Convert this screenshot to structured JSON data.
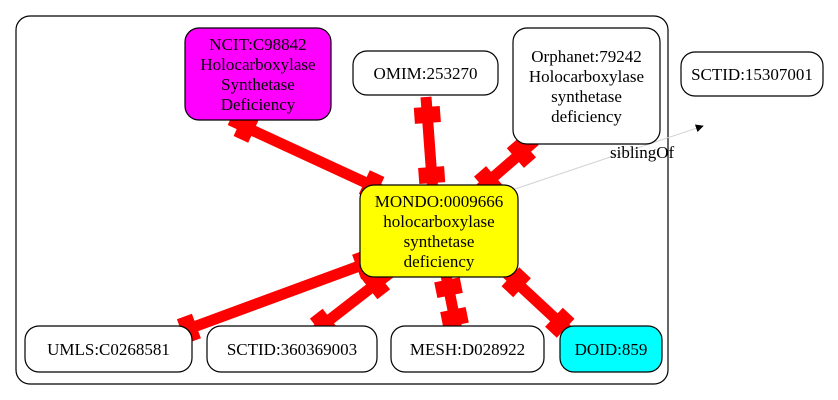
{
  "diagram": {
    "center": {
      "id": "mondo",
      "lines": [
        "MONDO:0009666",
        "holocarboxylase",
        "synthetase",
        "deficiency"
      ],
      "fill": "#ffff00"
    },
    "nodes": [
      {
        "id": "ncit",
        "lines": [
          "NCIT:C98842",
          "Holocarboxylase",
          "Synthetase",
          "Deficiency"
        ],
        "fill": "#ff00ff"
      },
      {
        "id": "omim",
        "lines": [
          "OMIM:253270"
        ],
        "fill": "#ffffff"
      },
      {
        "id": "orphanet",
        "lines": [
          "Orphanet:79242",
          "Holocarboxylase",
          "synthetase",
          "deficiency"
        ],
        "fill": "#ffffff"
      },
      {
        "id": "umls",
        "lines": [
          "UMLS:C0268581"
        ],
        "fill": "#ffffff"
      },
      {
        "id": "sctid-360369003",
        "lines": [
          "SCTID:360369003"
        ],
        "fill": "#ffffff"
      },
      {
        "id": "mesh",
        "lines": [
          "MESH:D028922"
        ],
        "fill": "#ffffff"
      },
      {
        "id": "doid",
        "lines": [
          "DOID:859"
        ],
        "fill": "#00ffff"
      },
      {
        "id": "sctid-15307001",
        "lines": [
          "SCTID:15307001"
        ],
        "fill": "#ffffff"
      }
    ],
    "edges": [
      {
        "from": "mondo",
        "to": "ncit",
        "style": "equivalent"
      },
      {
        "from": "mondo",
        "to": "omim",
        "style": "equivalent"
      },
      {
        "from": "mondo",
        "to": "orphanet",
        "style": "equivalent"
      },
      {
        "from": "mondo",
        "to": "umls",
        "style": "equivalent"
      },
      {
        "from": "mondo",
        "to": "sctid-360369003",
        "style": "equivalent"
      },
      {
        "from": "mondo",
        "to": "mesh",
        "style": "equivalent"
      },
      {
        "from": "mondo",
        "to": "doid",
        "style": "equivalent"
      },
      {
        "from": "mondo",
        "to": "sctid-15307001",
        "style": "sibling",
        "label": "siblingOf"
      }
    ],
    "colors": {
      "equivalent_edge": "#ff0000",
      "sibling_edge": "#d3d3d3",
      "arrowhead": "#000000",
      "border": "#000000"
    }
  }
}
